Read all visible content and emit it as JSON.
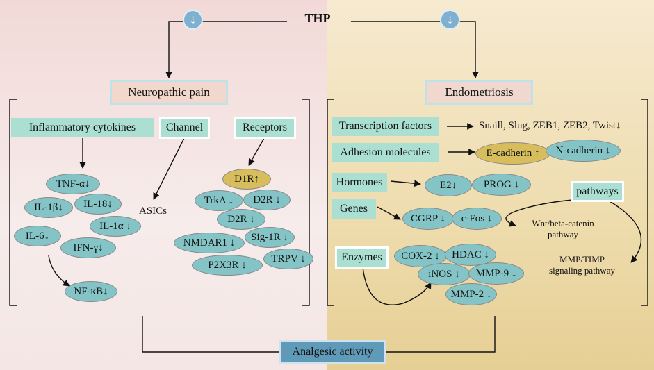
{
  "top": {
    "label": "THP",
    "left_indicator": "↓",
    "right_indicator": "↓"
  },
  "left_panel": {
    "title": "Neuropathic pain",
    "groups": {
      "inflammatory": "Inflammatory cytokines",
      "channel": "Channel",
      "receptors": "Receptors"
    },
    "asics": "ASICs",
    "cytokines": [
      "TNF-α↓",
      "IL-1β↓",
      "IL-18↓",
      "IL-1α ↓",
      "IL-6↓",
      "IFN-γ↓",
      "NF-κB↓"
    ],
    "receptors": [
      "D1R↑",
      "TrkA ↓",
      "D2R ↓",
      "D2R ↓",
      "NMDAR1 ↓",
      "Sig-1R ↓",
      "P2X3R ↓",
      "TRPV ↓"
    ]
  },
  "right_panel": {
    "title": "Endometriosis",
    "groups": {
      "transcription": "Transcription factors",
      "adhesion": "Adhesion molecules",
      "hormones": "Hormones",
      "genes": "Genes",
      "enzymes": "Enzymes",
      "pathways": "pathways"
    },
    "transcription_targets": "Snaill, Slug, ZEB1, ZEB2, Twist↓",
    "adhesion": [
      "E-cadherin ↑",
      "N-cadherin ↓"
    ],
    "hormones": [
      "E2↓",
      "PROG ↓"
    ],
    "genes": [
      "CGRP ↓",
      "c-Fos ↓"
    ],
    "enzymes": [
      "COX-2 ↓",
      "HDAC ↓",
      "iNOS ↓",
      "MMP-9 ↓",
      "MMP-2 ↓"
    ],
    "pathway_1": [
      "Wnt/beta-catenin",
      "pathway"
    ],
    "pathway_2": [
      "MMP/TIMP",
      "signaling pathway"
    ]
  },
  "bottom": {
    "label": "Analgesic activity"
  },
  "colors": {
    "oval": "#85c4c6",
    "highlight": "#d8bd5c",
    "label_box": "#aadfd2",
    "left_bg": "#f2d9d7",
    "right_bg": "#eedcad",
    "footer_box": "#5f9ab9"
  }
}
